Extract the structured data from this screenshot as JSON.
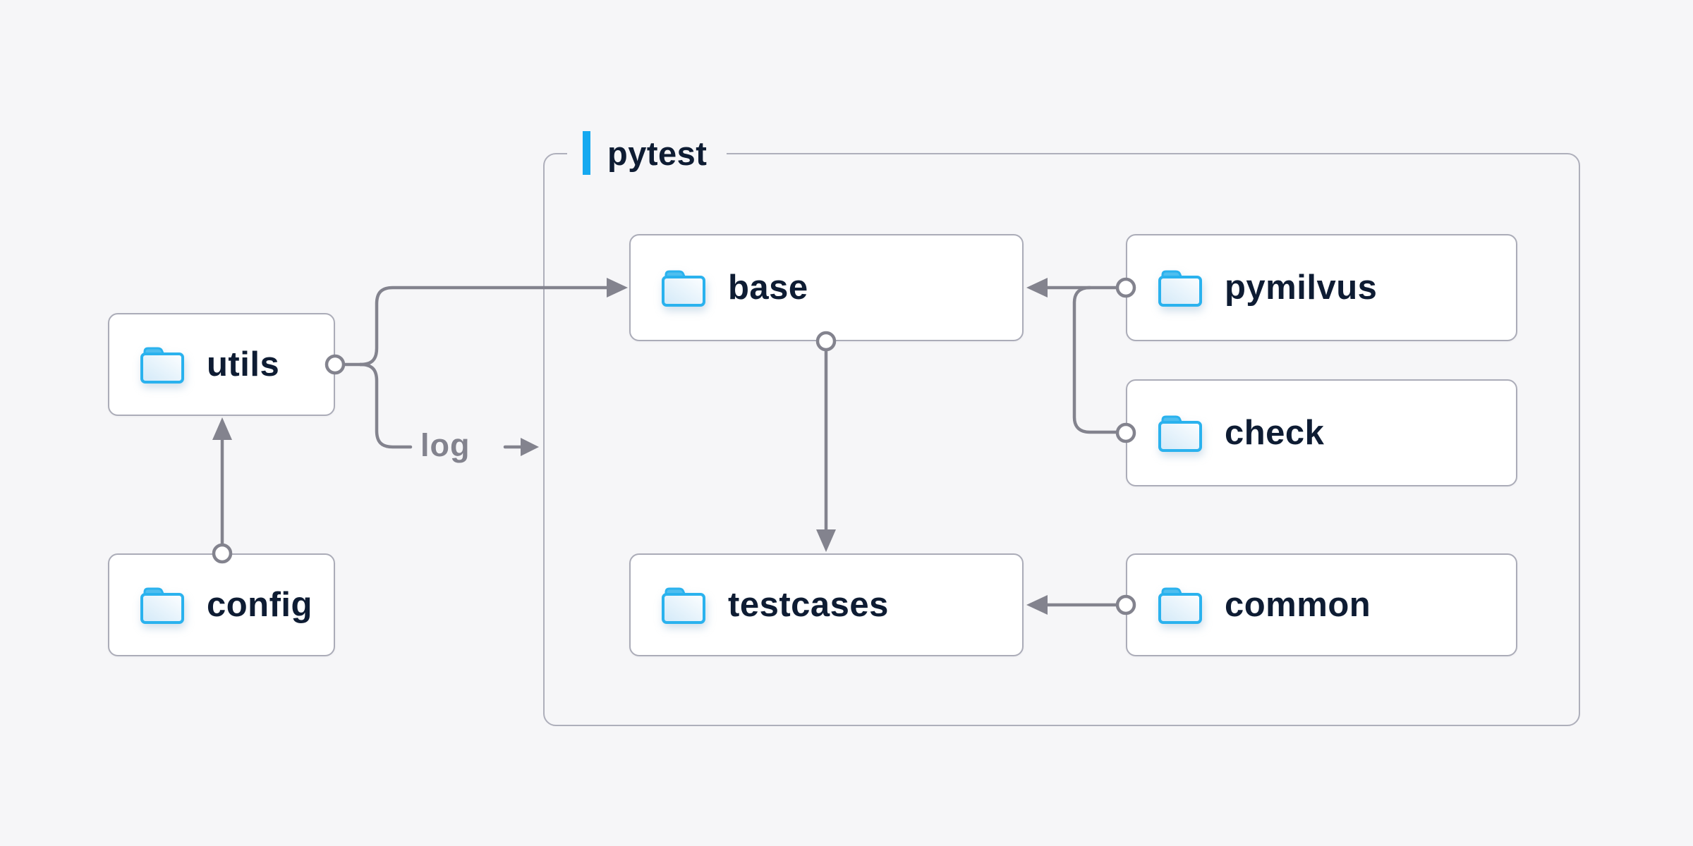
{
  "diagram": {
    "group": {
      "title": "pytest"
    },
    "nodes": {
      "utils": {
        "label": "utils",
        "icon": "folder-icon"
      },
      "config": {
        "label": "config",
        "icon": "folder-icon"
      },
      "base": {
        "label": "base",
        "icon": "folder-icon"
      },
      "pymilvus": {
        "label": "pymilvus",
        "icon": "folder-icon"
      },
      "check": {
        "label": "check",
        "icon": "folder-icon"
      },
      "testcases": {
        "label": "testcases",
        "icon": "folder-icon"
      },
      "common": {
        "label": "common",
        "icon": "folder-icon"
      }
    },
    "edges": [
      {
        "from": "config",
        "to": "utils"
      },
      {
        "from": "utils",
        "to": "base"
      },
      {
        "from": "utils",
        "to": "log-output",
        "label": "log"
      },
      {
        "from": "pymilvus",
        "to": "base"
      },
      {
        "from": "check",
        "to": "base"
      },
      {
        "from": "base",
        "to": "testcases"
      },
      {
        "from": "common",
        "to": "testcases"
      }
    ],
    "colors": {
      "background": "#f6f6f8",
      "accent_blue": "#16a9f0",
      "folder_blue": "#2ab2ee",
      "line_gray": "#83838e",
      "box_border": "#abacb8",
      "text_dark": "#0e1c33"
    }
  }
}
